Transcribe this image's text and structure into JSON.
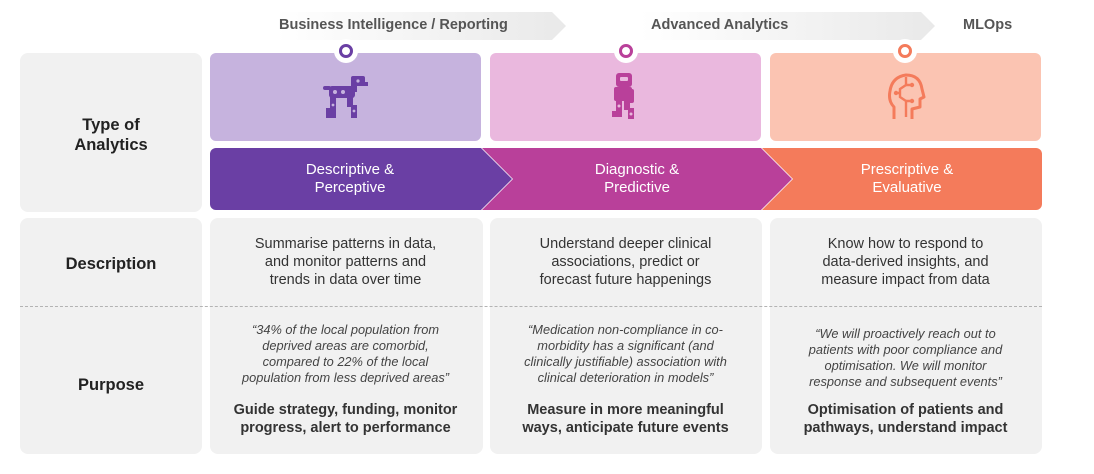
{
  "stages": [
    {
      "label": "Business Intelligence / Reporting"
    },
    {
      "label": "Advanced Analytics"
    },
    {
      "label": "MLOps"
    }
  ],
  "rows": {
    "type": "Type of Analytics",
    "description": "Description",
    "purpose": "Purpose"
  },
  "columns": [
    {
      "icon": "robot-dog-icon",
      "type_line1": "Descriptive &",
      "type_line2": "Perceptive",
      "desc_lines": [
        "Summarise patterns in data,",
        "and monitor patterns and",
        "trends in data over time"
      ],
      "quote_lines": [
        "“34% of the local population from",
        "deprived areas are comorbid,",
        "compared to 22% of the local",
        "population from less deprived areas”"
      ],
      "purpose_lines": [
        "Guide strategy, funding, monitor",
        "progress, alert to performance"
      ],
      "color": "#6a3fa4",
      "light": "#c6b3de"
    },
    {
      "icon": "robot-walking-icon",
      "type_line1": "Diagnostic &",
      "type_line2": "Predictive",
      "desc_lines": [
        "Understand deeper clinical",
        "associations, predict or",
        "forecast future happenings"
      ],
      "quote_lines": [
        "“Medication non-compliance in co-",
        "morbidity has a significant (and",
        "clinically justifiable) association with",
        "clinical deterioration in models”"
      ],
      "purpose_lines": [
        "Measure in more meaningful",
        "ways, anticipate future events"
      ],
      "color": "#b9409a",
      "light": "#eab8de"
    },
    {
      "icon": "ai-head-profile-icon",
      "type_line1": "Prescriptive &",
      "type_line2": "Evaluative",
      "desc_lines": [
        "Know how to respond to",
        "data-derived insights, and",
        "measure impact from data"
      ],
      "quote_lines": [
        "“We will proactively reach out to",
        "patients with poor compliance and",
        "optimisation. We will monitor",
        "response and subsequent events”"
      ],
      "purpose_lines": [
        "Optimisation of patients and",
        "pathways, understand impact"
      ],
      "color": "#f47b5b",
      "light": "#fbc4b2"
    }
  ]
}
